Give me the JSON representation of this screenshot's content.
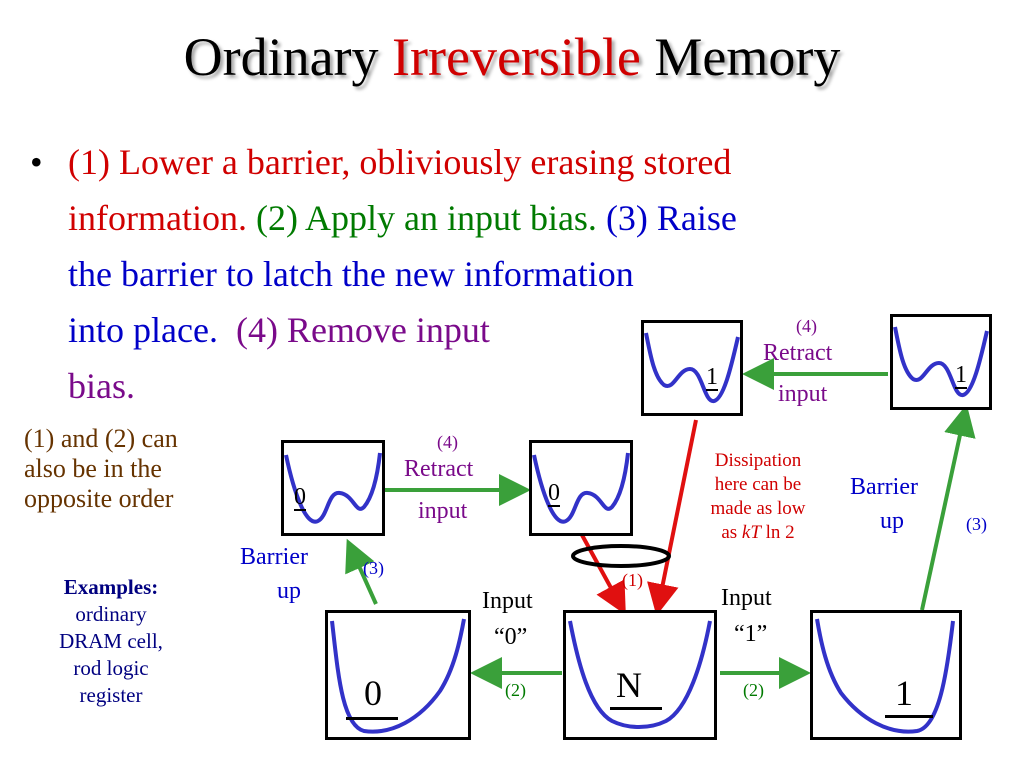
{
  "title": {
    "part1": "Ordinary ",
    "part2": "Irreversible",
    "part3": " Memory"
  },
  "colors": {
    "red": "#d00000",
    "green": "#007a00",
    "blue": "#0000c8",
    "purple": "#7a0a8a",
    "brown": "#663300",
    "curve": "#3232c8",
    "arrow_green": "#3aa03a",
    "arrow_red": "#e01010"
  },
  "bullet": {
    "dot": "•",
    "step1a": "(1) Lower a barrier, obliviously erasing stored",
    "step1b": "information.",
    "step2": "(2) Apply an input bias.",
    "step3a": "(3) Raise",
    "step3b": "the barrier to latch the new information",
    "step3c": "into place.",
    "step4a": "(4) Remove input",
    "step4b": "bias."
  },
  "side_note": {
    "line1": "(1) and (2) can",
    "line2": "also be in the",
    "line3": "opposite order"
  },
  "examples": {
    "heading": "Examples:",
    "line1": "ordinary",
    "line2": "DRAM cell,",
    "line3": "rod logic",
    "line4": "register"
  },
  "boxes": {
    "top_left": "0",
    "top_mid": "0",
    "top_right_left": "1",
    "top_right_right": "1",
    "bottom_left": "0",
    "bottom_mid": "N",
    "bottom_right": "1"
  },
  "labels": {
    "retract_num_left": "(4)",
    "retract_left_1": "Retract",
    "retract_left_2": "input",
    "retract_num_right": "(4)",
    "retract_right_1": "Retract",
    "retract_right_2": "input",
    "barrier_left_1": "Barrier",
    "barrier_left_2": "up",
    "barrier_left_num": "(3)",
    "barrier_right_1": "Barrier",
    "barrier_right_2": "up",
    "barrier_right_num": "(3)",
    "input0_1": "Input",
    "input0_2": "“0”",
    "input0_num": "(2)",
    "input1_1": "Input",
    "input1_2": "“1”",
    "input1_num": "(2)",
    "step1_num": "(1)",
    "dissipation_1": "Dissipation",
    "dissipation_2": "here can be",
    "dissipation_3": "made as low",
    "dissipation_4a": "as ",
    "dissipation_4b": "kT",
    "dissipation_4c": " ln 2"
  }
}
